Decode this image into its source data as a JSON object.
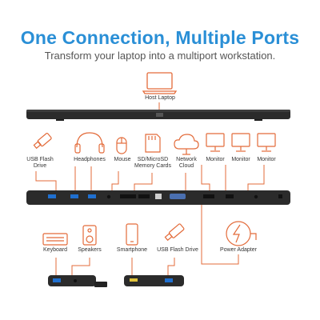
{
  "header": {
    "title": "One Connection, Multiple Ports",
    "subtitle": "Transform your laptop into a multiport workstation."
  },
  "top": {
    "host_label": "Host Laptop"
  },
  "devices_top": [
    {
      "label": "USB Flash Drive",
      "icon": "usb-flash-drive-icon"
    },
    {
      "label": "Headphones",
      "icon": "headphones-icon"
    },
    {
      "label": "Mouse",
      "icon": "mouse-icon"
    },
    {
      "label": "SD/MicroSD Memory Cards",
      "icon": "sd-card-icon"
    },
    {
      "label": "Network Cloud",
      "icon": "cloud-icon"
    },
    {
      "label": "Monitor",
      "icon": "monitor-icon"
    },
    {
      "label": "Monitor",
      "icon": "monitor-icon"
    },
    {
      "label": "Monitor",
      "icon": "monitor-icon"
    }
  ],
  "devices_bottom": [
    {
      "label": "Keyboard",
      "icon": "keyboard-icon"
    },
    {
      "label": "Speakers",
      "icon": "speaker-icon"
    },
    {
      "label": "Smartphone",
      "icon": "smartphone-icon"
    },
    {
      "label": "USB Flash Drive",
      "icon": "usb-flash-drive-icon"
    },
    {
      "label": "Power Adapter",
      "icon": "power-adapter-icon"
    }
  ],
  "colors": {
    "accent": "#2a8fd6",
    "icon_orange": "#e36b3a",
    "dock": "#2b2b2b",
    "port_blue": "#1f6fcf"
  }
}
